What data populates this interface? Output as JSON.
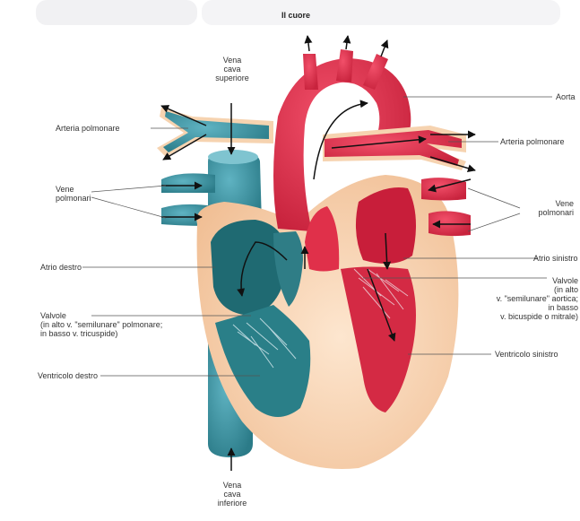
{
  "title": "Il cuore",
  "labels": {
    "vena_cava_superiore": [
      "Vena",
      "cava",
      "superiore"
    ],
    "arteria_polmonare_sx": "Arteria polmonare",
    "vene_polmonari_sx": [
      "Vene",
      "polmonari"
    ],
    "atrio_destro": "Atrio destro",
    "valvole_dx": [
      "Valvole",
      "(in alto v. \"semilunare\" polmonare;",
      "in basso v. tricuspide)"
    ],
    "ventricolo_destro": "Ventricolo destro",
    "vena_cava_inferiore": [
      "Vena",
      "cava",
      "inferiore"
    ],
    "aorta": "Aorta",
    "arteria_polmonare_dx": "Arteria polmonare",
    "vene_polmonari_dx": [
      "Vene",
      "polmonari"
    ],
    "atrio_sinistro": "Atrio sinistro",
    "valvole_sx": [
      "Valvole",
      "(in alto",
      "v. \"semilunare\" aortica;",
      "in basso",
      "v. bicuspide o mitrale)"
    ],
    "ventricolo_sinistro": "Ventricolo sinistro"
  },
  "colors": {
    "oxygenated": "#e0304a",
    "deoxygenated": "#3a8fa0",
    "muscle": "#f6d3b0",
    "interior_red": "#c81e3a",
    "interior_blue": "#1f6a72"
  }
}
